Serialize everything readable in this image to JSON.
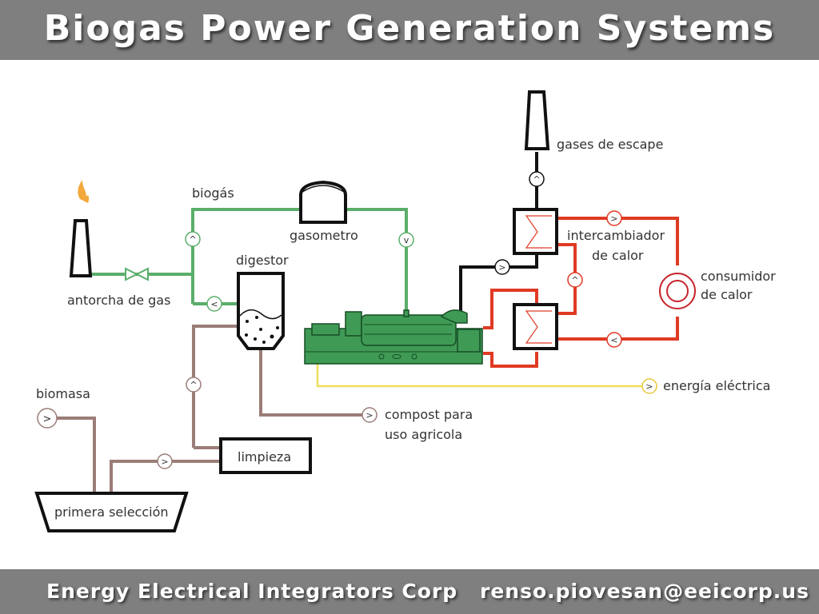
{
  "header": {
    "title": "Biogas Power Generation Systems"
  },
  "footer": {
    "company": "Energy Electrical Integrators Corp",
    "email": "renso.piovesan@eeicorp.us"
  },
  "colors": {
    "bar_bg": "#7f7f7f",
    "biogas_pipe": "#5aae6a",
    "biomass_pipe": "#9b7d78",
    "exhaust_pipe": "#111111",
    "heat_pipe": "#e03a24",
    "electric_line": "#f0dd5a",
    "engine": "#3f9a55"
  },
  "diagram": {
    "labels": {
      "biogas": "biogás",
      "gasometer": "gasometro",
      "digester": "digestor",
      "flare": "antorcha de gas",
      "exhaust": "gases de escape",
      "heat_exchanger_1": "intercambiador",
      "heat_exchanger_2": "de calor",
      "heat_consumer_1": "consumidor",
      "heat_consumer_2": "de calor",
      "electricity": "energía eléctrica",
      "compost_1": "compost para",
      "compost_2": "uso agricola",
      "biomass": "biomasa",
      "cleaning": "limpieza",
      "first_selection": "primera selección"
    },
    "flow_arrows": {
      "up": "^",
      "down": "v",
      "right": ">",
      "left": "<"
    }
  }
}
